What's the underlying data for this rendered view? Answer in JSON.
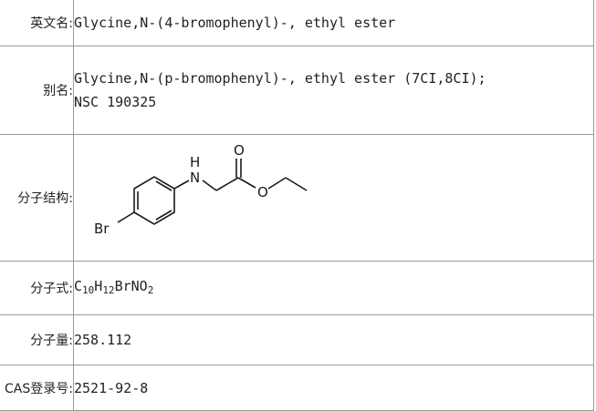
{
  "rows": {
    "english_name": {
      "label": "英文名:",
      "value": "Glycine,N-(4-bromophenyl)-, ethyl ester"
    },
    "synonyms": {
      "label": "别名:",
      "line1": "Glycine,N-(p-bromophenyl)-, ethyl ester (7CI,8CI);",
      "line2": "NSC 190325"
    },
    "structure": {
      "label": "分子结构:",
      "atoms": {
        "br": "Br",
        "n": "N",
        "h": "H",
        "o_ester": "O",
        "o_carbonyl": "O"
      }
    },
    "formula": {
      "label": "分子式:",
      "parts": [
        "C",
        "10",
        "H",
        "12",
        "BrNO",
        "2"
      ]
    },
    "weight": {
      "label": "分子量:",
      "value": "258.112"
    },
    "cas": {
      "label": "CAS登录号:",
      "value": "2521-92-8"
    }
  }
}
